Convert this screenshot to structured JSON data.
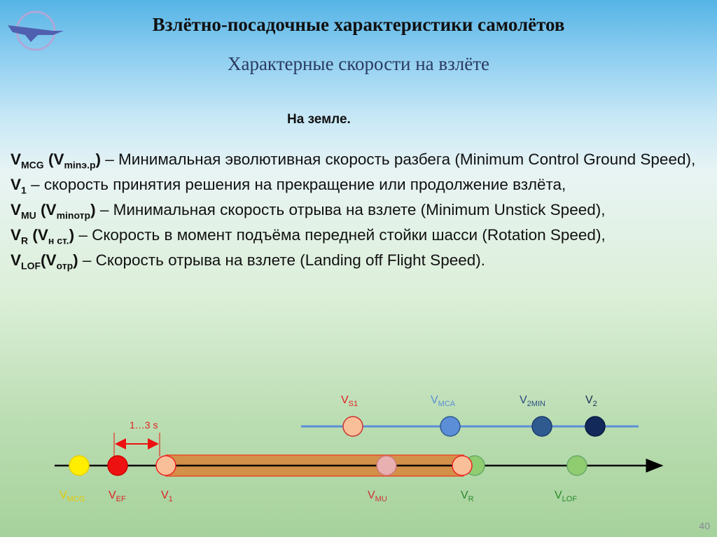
{
  "header": {
    "title": "Взлётно-посадочные характеристики самолётов",
    "subtitle": "Характерные скорости на взлёте",
    "logo_icon": "airline-logo-icon"
  },
  "section": "На земле.",
  "definitions": [
    {
      "v": "V",
      "sub": "MCG",
      "alt_v": "V",
      "alt_sub": "minэ.р",
      "text": " – Минимальная эволютивная скорость разбега (Minimum Control Ground Speed),"
    },
    {
      "v": "V",
      "sub": "1",
      "text": " – скорость принятия решения на прекращение или продолжение взлёта,"
    },
    {
      "v": "V",
      "sub": "MU",
      "alt_v": "V",
      "alt_sub": "minотр",
      "text": " – Минимальная скорость отрыва на взлете (Minimum Unstick Speed),"
    },
    {
      "v": "V",
      "sub": "R",
      "alt_v": "V",
      "alt_sub": "н ст.",
      "text": " – Скорость в момент подъёма передней стойки шасси (Rotation Speed),"
    },
    {
      "v": "V",
      "sub": "LOF",
      "alt_v": "V",
      "alt_sub": "отр",
      "text": " – Скорость отрыва на взлете (Landing off  Flight Speed)."
    }
  ],
  "diagram": {
    "interval": "1…3 s",
    "ground": [
      {
        "v": "V",
        "sub": "MCG",
        "color": "#ffee00"
      },
      {
        "v": "V",
        "sub": "EF",
        "color": "#ee1111"
      },
      {
        "v": "V",
        "sub": "1",
        "color": "#f8bf98"
      },
      {
        "v": "V",
        "sub": "MU",
        "color": "#e8b0b0"
      },
      {
        "v": "V",
        "sub": "R",
        "color": "#f8bf98"
      },
      {
        "v": "V",
        "sub": "LOF",
        "color": "#90cc70"
      }
    ],
    "air": [
      {
        "v": "V",
        "sub": "S1",
        "color": "#f8bf98"
      },
      {
        "v": "V",
        "sub": "MCA",
        "color": "#5b8ed6"
      },
      {
        "v": "V",
        "sub": "2MIN",
        "color": "#2f5a90"
      },
      {
        "v": "V",
        "sub": "2",
        "color": "#12295a"
      }
    ]
  },
  "page_number": "40"
}
